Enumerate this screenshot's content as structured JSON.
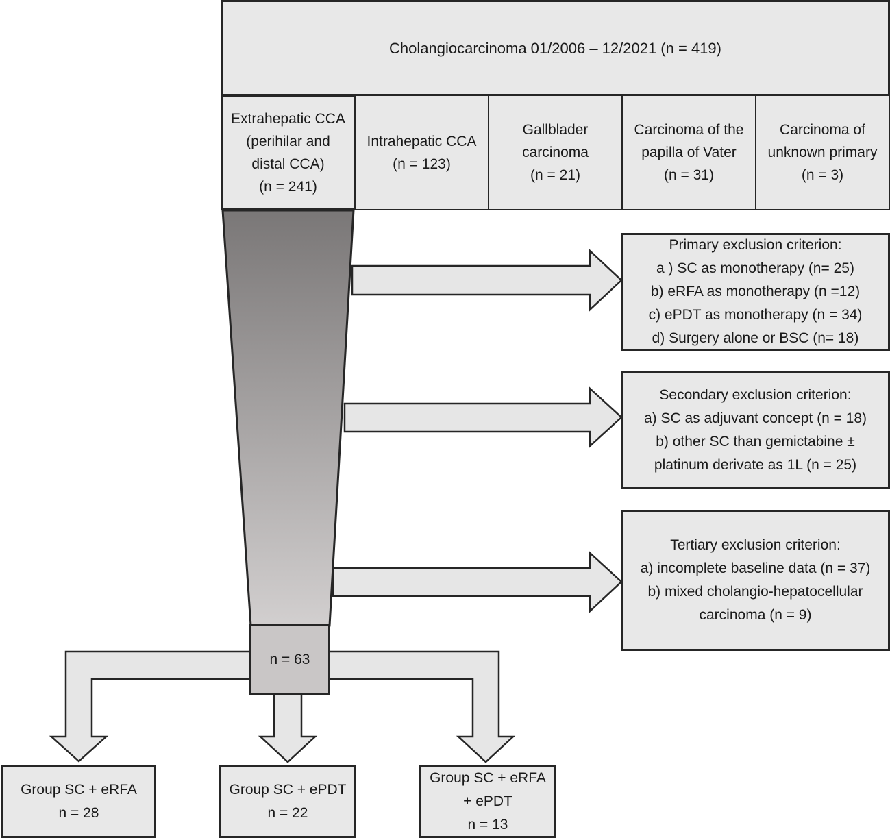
{
  "colors": {
    "border": "#262626",
    "box_fill": "#e8e8e8",
    "arrow_fill": "#e6e6e6",
    "funnel_top": "#7a7777",
    "funnel_bottom": "#d2cfcf"
  },
  "header": {
    "title": "Cholangiocarcinoma 01/2006 – 12/2021 (n = 419)"
  },
  "categories": [
    {
      "lines": [
        "Extrahepatic CCA",
        "(perihilar and",
        "distal CCA)",
        "(n = 241)"
      ]
    },
    {
      "lines": [
        "Intrahepatic CCA",
        "(n = 123)"
      ]
    },
    {
      "lines": [
        "Gallblader",
        "carcinoma",
        "(n = 21)"
      ]
    },
    {
      "lines": [
        "Carcinoma of the",
        "papilla of Vater",
        "(n = 31)"
      ]
    },
    {
      "lines": [
        "Carcinoma of",
        "unknown primary",
        "(n = 3)"
      ]
    }
  ],
  "exclusions": [
    {
      "lines": [
        "Primary exclusion criterion:",
        "a ) SC as monotherapy (n= 25)",
        "b)  eRFA as monotherapy (n =12)",
        "c)  ePDT as monotherapy (n = 34)",
        "d) Surgery alone or BSC (n= 18)"
      ]
    },
    {
      "lines": [
        "Secondary exclusion criterion:",
        "a) SC as adjuvant concept (n = 18)",
        "b) other SC than gemictabine ±",
        "platinum derivate as 1L (n = 25)"
      ]
    },
    {
      "lines": [
        "Tertiary exclusion criterion:",
        "a) incomplete baseline data (n = 37)",
        "b) mixed cholangio-hepatocellular",
        "carcinoma (n = 9)"
      ]
    }
  ],
  "final_count": "n = 63",
  "groups": [
    {
      "lines": [
        "Group SC + eRFA",
        "n = 28"
      ]
    },
    {
      "lines": [
        "Group SC + ePDT",
        "n = 22"
      ]
    },
    {
      "lines": [
        "Group SC + eRFA",
        "+ ePDT",
        "n = 13"
      ]
    }
  ]
}
